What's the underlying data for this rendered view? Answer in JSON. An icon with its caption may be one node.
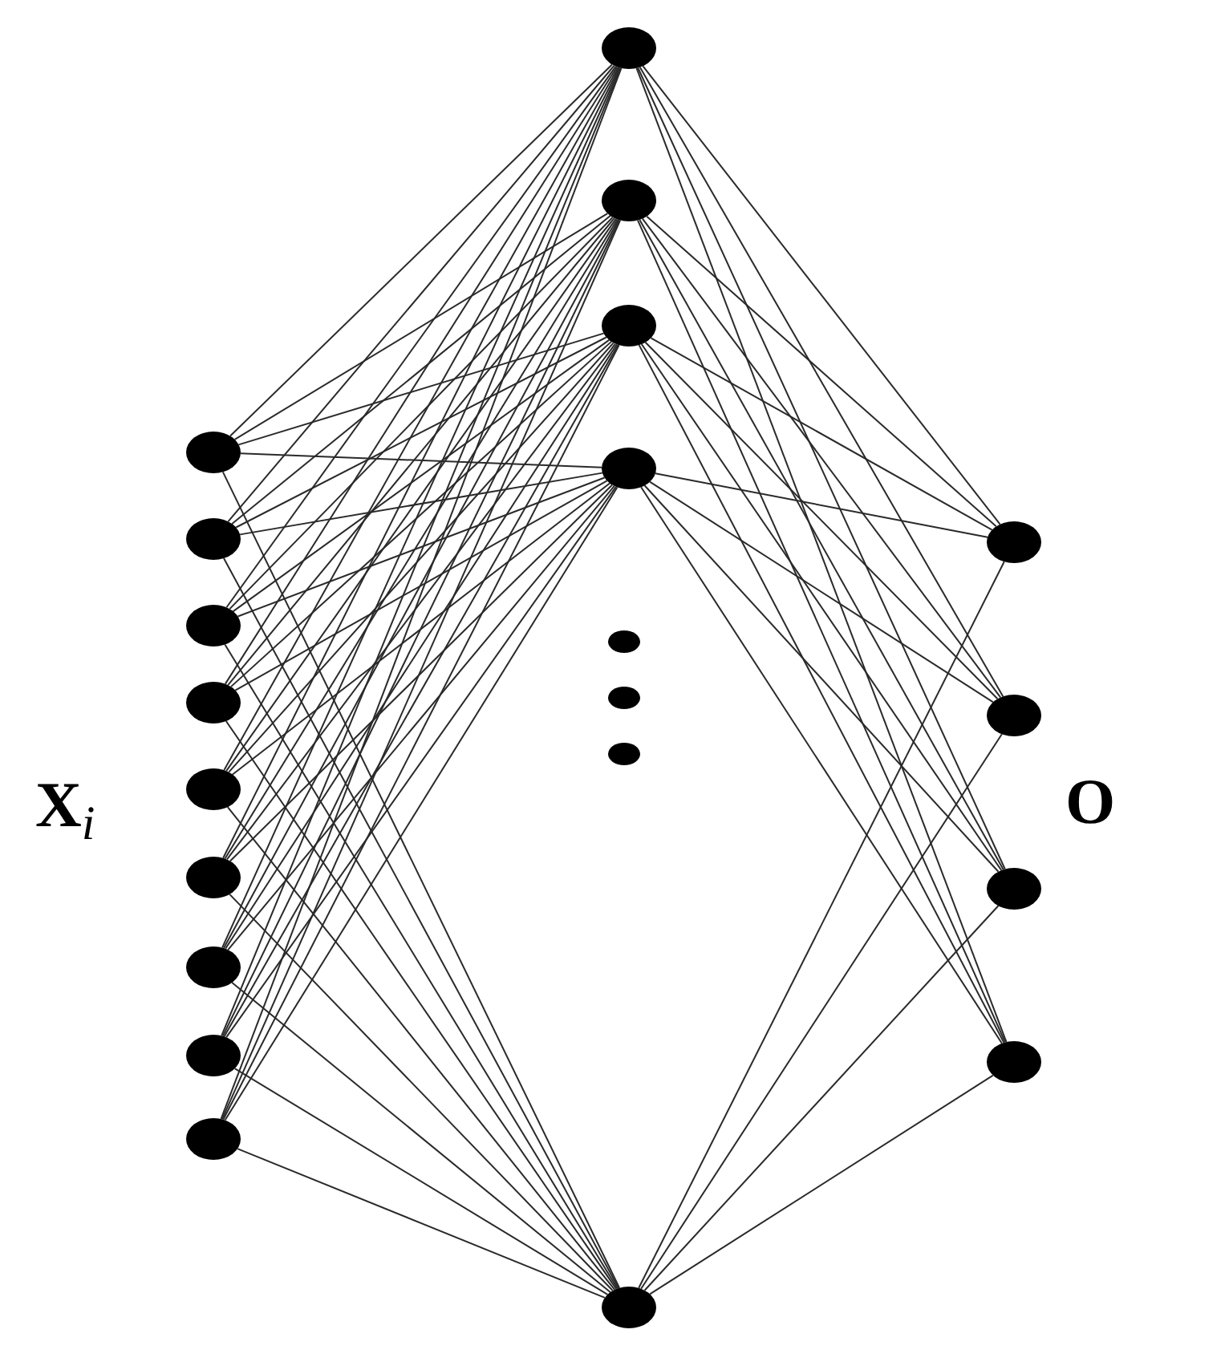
{
  "diagram": {
    "nodes": [
      {
        "text": [],
        "shape": "circle"
      },
      {
        "text": [],
        "shape": "circle"
      },
      {
        "text": [],
        "shape": "circle"
      },
      {
        "text": [],
        "shape": "circle"
      },
      {
        "text": [],
        "shape": "circle"
      },
      {
        "text": [],
        "shape": "circle"
      },
      {
        "text": [],
        "shape": "circle"
      },
      {
        "text": [],
        "shape": "circle"
      },
      {
        "text": [],
        "shape": "circle"
      },
      {
        "text": [],
        "shape": "circle"
      },
      {
        "text": [],
        "shape": "circle"
      },
      {
        "text": [],
        "shape": "circle"
      },
      {
        "text": [],
        "shape": "circle"
      },
      {
        "text": [],
        "shape": "circle"
      },
      {
        "text": [],
        "shape": "circle"
      },
      {
        "text": [],
        "shape": "circle"
      },
      {
        "text": [],
        "shape": "circle"
      },
      {
        "text": [],
        "shape": "circle"
      }
    ],
    "edges": [
      {
        "from": 0,
        "to": 9,
        "arrow": "none"
      },
      {
        "from": 0,
        "to": 10,
        "arrow": "none"
      },
      {
        "from": 0,
        "to": 11,
        "arrow": "none"
      },
      {
        "from": 0,
        "to": 12,
        "arrow": "none"
      },
      {
        "from": 0,
        "to": 13,
        "arrow": "none"
      },
      {
        "from": 1,
        "to": 9,
        "arrow": "none"
      },
      {
        "from": 1,
        "to": 10,
        "arrow": "none"
      },
      {
        "from": 1,
        "to": 11,
        "arrow": "none"
      },
      {
        "from": 1,
        "to": 12,
        "arrow": "none"
      },
      {
        "from": 1,
        "to": 13,
        "arrow": "none"
      },
      {
        "from": 2,
        "to": 9,
        "arrow": "none"
      },
      {
        "from": 2,
        "to": 10,
        "arrow": "none"
      },
      {
        "from": 2,
        "to": 11,
        "arrow": "none"
      },
      {
        "from": 2,
        "to": 12,
        "arrow": "none"
      },
      {
        "from": 2,
        "to": 13,
        "arrow": "none"
      },
      {
        "from": 3,
        "to": 9,
        "arrow": "none"
      },
      {
        "from": 3,
        "to": 10,
        "arrow": "none"
      },
      {
        "from": 3,
        "to": 11,
        "arrow": "none"
      },
      {
        "from": 3,
        "to": 12,
        "arrow": "none"
      },
      {
        "from": 3,
        "to": 13,
        "arrow": "none"
      },
      {
        "from": 4,
        "to": 9,
        "arrow": "none"
      },
      {
        "from": 4,
        "to": 10,
        "arrow": "none"
      },
      {
        "from": 4,
        "to": 11,
        "arrow": "none"
      },
      {
        "from": 4,
        "to": 12,
        "arrow": "none"
      },
      {
        "from": 4,
        "to": 13,
        "arrow": "none"
      },
      {
        "from": 5,
        "to": 9,
        "arrow": "none"
      },
      {
        "from": 5,
        "to": 10,
        "arrow": "none"
      },
      {
        "from": 5,
        "to": 11,
        "arrow": "none"
      },
      {
        "from": 5,
        "to": 12,
        "arrow": "none"
      },
      {
        "from": 5,
        "to": 13,
        "arrow": "none"
      },
      {
        "from": 6,
        "to": 9,
        "arrow": "none"
      },
      {
        "from": 6,
        "to": 10,
        "arrow": "none"
      },
      {
        "from": 6,
        "to": 11,
        "arrow": "none"
      },
      {
        "from": 6,
        "to": 12,
        "arrow": "none"
      },
      {
        "from": 6,
        "to": 13,
        "arrow": "none"
      },
      {
        "from": 7,
        "to": 9,
        "arrow": "none"
      },
      {
        "from": 7,
        "to": 10,
        "arrow": "none"
      },
      {
        "from": 7,
        "to": 11,
        "arrow": "none"
      },
      {
        "from": 7,
        "to": 12,
        "arrow": "none"
      },
      {
        "from": 7,
        "to": 13,
        "arrow": "none"
      },
      {
        "from": 8,
        "to": 9,
        "arrow": "none"
      },
      {
        "from": 8,
        "to": 10,
        "arrow": "none"
      },
      {
        "from": 8,
        "to": 11,
        "arrow": "none"
      },
      {
        "from": 8,
        "to": 12,
        "arrow": "none"
      },
      {
        "from": 8,
        "to": 13,
        "arrow": "none"
      },
      {
        "from": 9,
        "to": 14,
        "arrow": "none"
      },
      {
        "from": 9,
        "to": 15,
        "arrow": "none"
      },
      {
        "from": 9,
        "to": 16,
        "arrow": "none"
      },
      {
        "from": 9,
        "to": 17,
        "arrow": "none"
      },
      {
        "from": 10,
        "to": 14,
        "arrow": "none"
      },
      {
        "from": 10,
        "to": 15,
        "arrow": "none"
      },
      {
        "from": 10,
        "to": 16,
        "arrow": "none"
      },
      {
        "from": 10,
        "to": 17,
        "arrow": "none"
      },
      {
        "from": 11,
        "to": 14,
        "arrow": "none"
      },
      {
        "from": 11,
        "to": 15,
        "arrow": "none"
      },
      {
        "from": 11,
        "to": 16,
        "arrow": "none"
      },
      {
        "from": 11,
        "to": 17,
        "arrow": "none"
      },
      {
        "from": 12,
        "to": 14,
        "arrow": "none"
      },
      {
        "from": 12,
        "to": 15,
        "arrow": "none"
      },
      {
        "from": 12,
        "to": 16,
        "arrow": "none"
      },
      {
        "from": 12,
        "to": 17,
        "arrow": "none"
      },
      {
        "from": 13,
        "to": 14,
        "arrow": "none"
      },
      {
        "from": 13,
        "to": 15,
        "arrow": "none"
      },
      {
        "from": 13,
        "to": 16,
        "arrow": "none"
      },
      {
        "from": 13,
        "to": 17,
        "arrow": "none"
      }
    ],
    "labels": [
      "**X**$_{i}$",
      "O"
    ]
  }
}
